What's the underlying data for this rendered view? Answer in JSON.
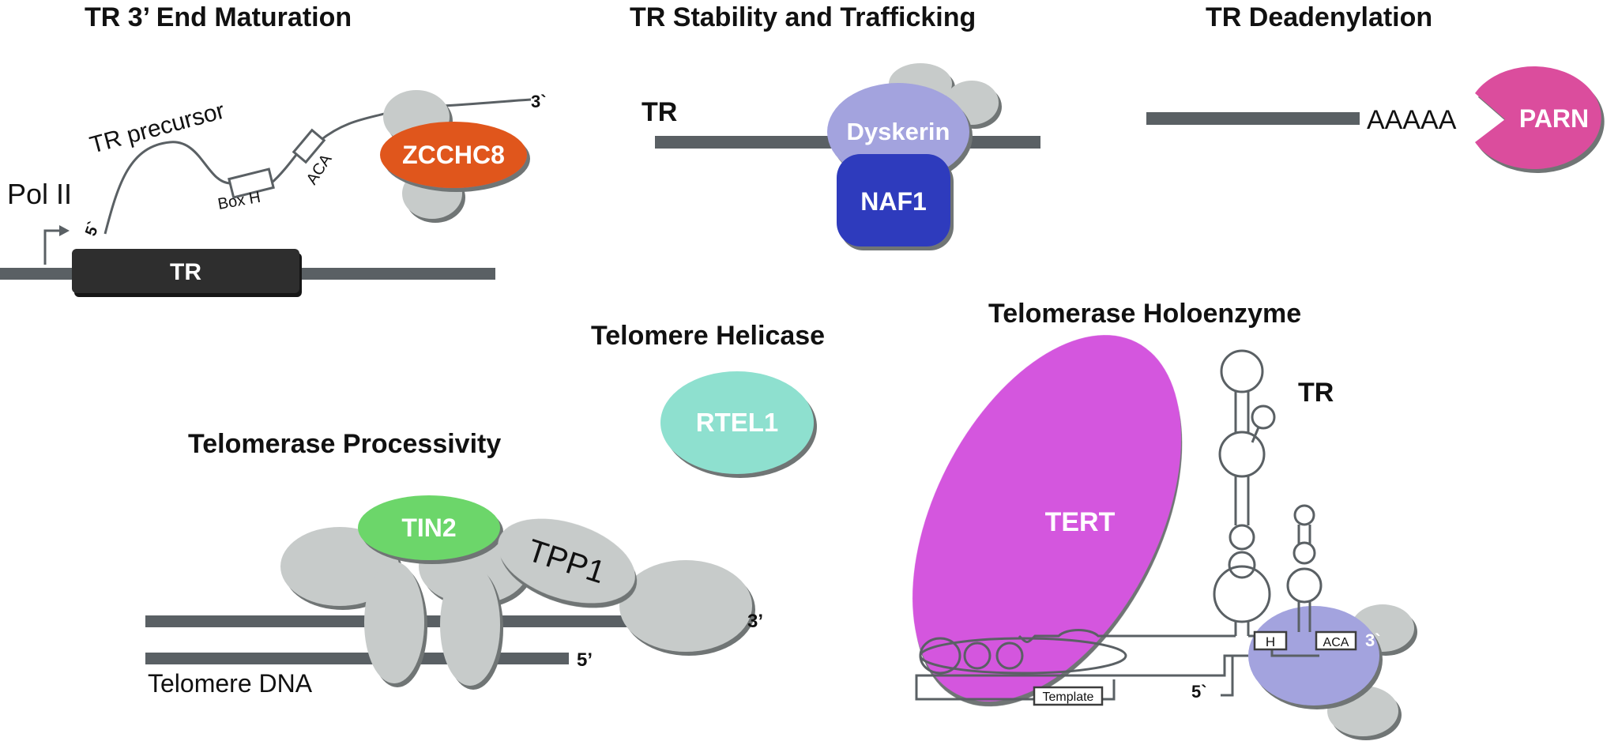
{
  "titles": {
    "maturation": "TR 3’ End Maturation",
    "stability": "TR Stability and Trafficking",
    "deadenylation": "TR Deadenylation",
    "helicase": "Telomere Helicase",
    "holoenzyme": "Telomerase Holoenzyme",
    "processivity": "Telomerase Processivity"
  },
  "maturation": {
    "pol": "Pol II",
    "precursor": "TR precursor",
    "end5": "5`",
    "end3": "3`",
    "boxh": "Box H",
    "aca": "ACA",
    "gene": "TR",
    "zcchc8": "ZCCHC8"
  },
  "stability": {
    "tr": "TR",
    "dyskerin": "Dyskerin",
    "naf1": "NAF1"
  },
  "deadenylation": {
    "polya": "AAAAA",
    "parn": "PARN"
  },
  "helicase": {
    "rtel1": "RTEL1"
  },
  "processivity": {
    "tin2": "TIN2",
    "tpp1": "TPP1",
    "end3": "3’",
    "end5": "5’",
    "dna": "Telomere DNA"
  },
  "holoenzyme": {
    "tert": "TERT",
    "tr": "TR",
    "h": "H",
    "aca": "ACA",
    "end3": "3`",
    "end5": "5`",
    "template": "Template"
  },
  "colors": {
    "strand": "#5a6064",
    "gray_protein": "#c7cbca",
    "zcchc8": "#e0561d",
    "dyskerin": "#a3a3de",
    "naf1": "#2e3bbd",
    "parn": "#db4d9d",
    "rtel1": "#8ee0cf",
    "tin2": "#6cd66a",
    "tert": "#d456de",
    "gene_box": "#2d2d2d"
  }
}
